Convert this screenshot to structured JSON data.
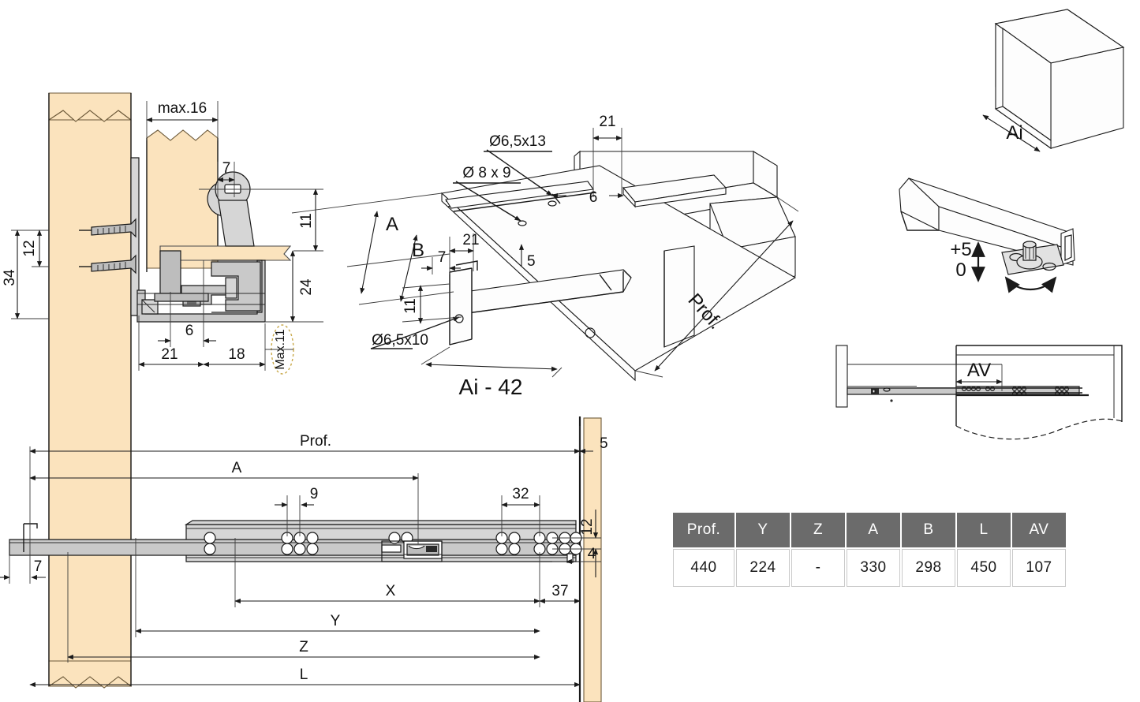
{
  "document": {
    "kind": "technical-drawing",
    "subject": "concealed undermount drawer slide installation drawing"
  },
  "views": {
    "section": {
      "name": "side-section-view",
      "labels": {
        "max16": "max.16",
        "d7": "7",
        "d11": "11",
        "d24": "24",
        "d12": "12",
        "d34": "34",
        "d6": "6",
        "d21": "21",
        "d18": "18",
        "max11": "Max.11"
      }
    },
    "isometric": {
      "name": "isometric-drawer-bottom-view",
      "labels": {
        "hole_6513": "Ø6,5x13",
        "hole_8x9": "Ø 8 x 9",
        "hole_6510": "Ø6,5x10",
        "d21_top": "21",
        "d6": "6",
        "d5": "5",
        "d21_left": "21",
        "d7": "7",
        "d11": "11",
        "A": "A",
        "B": "B",
        "prof": "Prof.",
        "ai42": "Ai - 42"
      }
    },
    "cabinet": {
      "name": "cabinet-isometric-view",
      "labels": {
        "ai": "Ai"
      }
    },
    "adjust": {
      "name": "height-adjustment-detail",
      "labels": {
        "plus5": "+5",
        "zero": "0"
      }
    },
    "av_detail": {
      "name": "av-clearance-detail",
      "labels": {
        "av": "AV"
      }
    },
    "plan": {
      "name": "slide-plan-view",
      "labels": {
        "prof": "Prof.",
        "A": "A",
        "d9": "9",
        "d32": "32",
        "d5": "5",
        "d12": "12",
        "d4": "4",
        "d7": "7",
        "d37": "37",
        "X": "X",
        "Y": "Y",
        "Z": "Z",
        "L": "L"
      }
    }
  },
  "table": {
    "name": "dimension-table",
    "headers": [
      "Prof.",
      "Y",
      "Z",
      "A",
      "B",
      "L",
      "AV"
    ],
    "rows": [
      [
        "440",
        "224",
        "-",
        "330",
        "298",
        "450",
        "107"
      ]
    ]
  },
  "colors": {
    "wood": "#fbe3bd",
    "steel": "#c9c9c9",
    "line": "#1a1a1a",
    "table_header_bg": "#6b6b6b",
    "table_header_text": "#ffffff",
    "highlight_ellipse": "#c9a94a"
  }
}
